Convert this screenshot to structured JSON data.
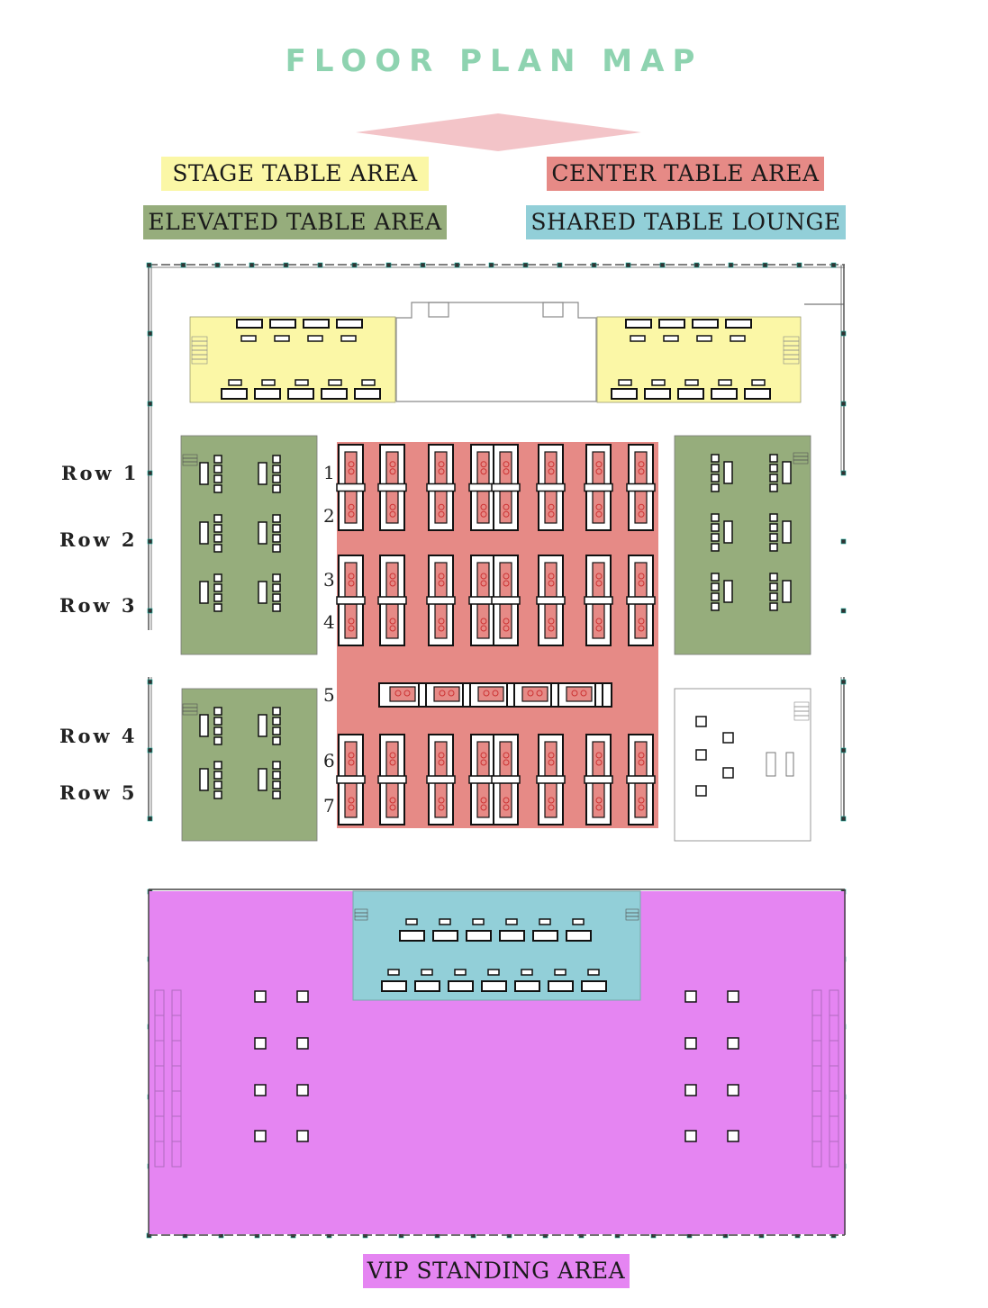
{
  "title": "FLOOR PLAN MAP",
  "colors": {
    "title": "#8ed3b0",
    "stage": "#fbf7a6",
    "center": "#e68a86",
    "elevated": "#96ad7c",
    "shared": "#92cfd8",
    "vip": "#e585f2",
    "stage_arrow": "#f3c4c8"
  },
  "legend": {
    "stage": "STAGE TABLE AREA",
    "center": "CENTER TABLE AREA",
    "elevated": "ELEVATED TABLE AREA",
    "shared": "SHARED TABLE LOUNGE",
    "vip": "VIP STANDING AREA"
  },
  "side_rows": [
    "Row 1",
    "Row 2",
    "Row 3",
    "Row 4",
    "Row 5"
  ],
  "center_rows": [
    "1",
    "2",
    "3",
    "4",
    "5",
    "6",
    "7"
  ],
  "icons": {
    "stage_direction": "stage-arrow-icon"
  }
}
